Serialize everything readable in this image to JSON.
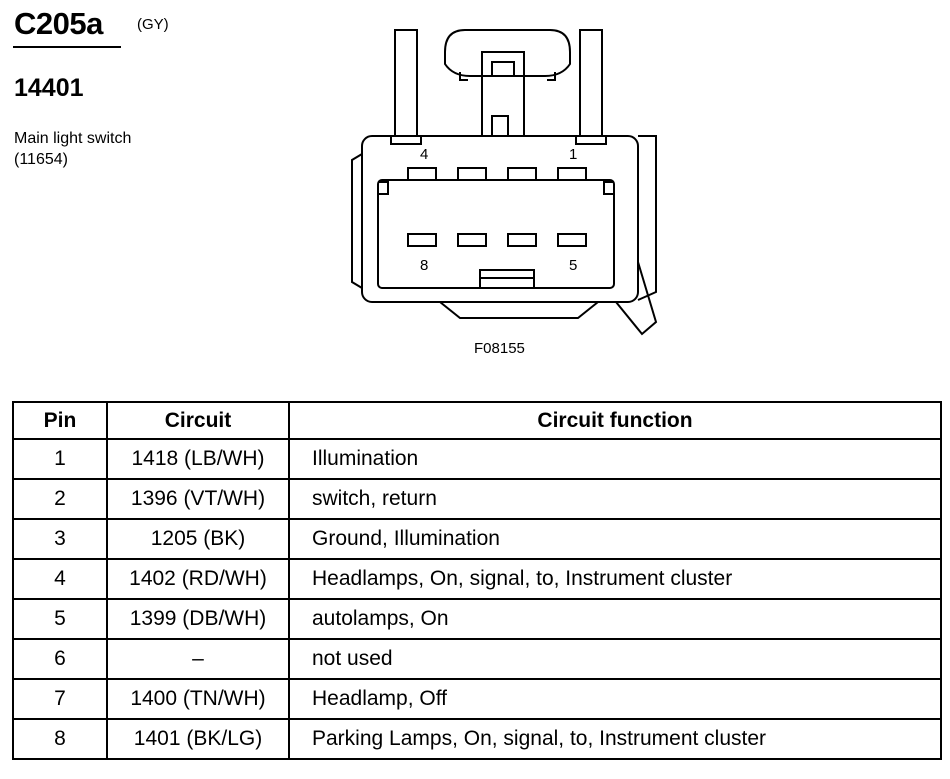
{
  "header": {
    "connector_id": "C205a",
    "color_code": "(GY)",
    "part_number": "14401",
    "description_line1": "Main light switch",
    "description_line2": "(11654)"
  },
  "figure": {
    "figure_id": "F08155",
    "pin_labels": {
      "top_left": "4",
      "top_right": "1",
      "bottom_left": "8",
      "bottom_right": "5"
    }
  },
  "table": {
    "headers": {
      "pin": "Pin",
      "circuit": "Circuit",
      "function": "Circuit function"
    },
    "rows": [
      {
        "pin": "1",
        "circuit": "1418 (LB/WH)",
        "function": "Illumination"
      },
      {
        "pin": "2",
        "circuit": "1396 (VT/WH)",
        "function": "switch, return"
      },
      {
        "pin": "3",
        "circuit": "1205 (BK)",
        "function": "Ground, Illumination"
      },
      {
        "pin": "4",
        "circuit": "1402 (RD/WH)",
        "function": "Headlamps, On, signal, to, Instrument cluster"
      },
      {
        "pin": "5",
        "circuit": "1399 (DB/WH)",
        "function": "autolamps, On"
      },
      {
        "pin": "6",
        "circuit": "–",
        "function": "not used"
      },
      {
        "pin": "7",
        "circuit": "1400 (TN/WH)",
        "function": "Headlamp, Off"
      },
      {
        "pin": "8",
        "circuit": "1401 (BK/LG)",
        "function": "Parking Lamps, On, signal, to, Instrument cluster"
      }
    ]
  }
}
